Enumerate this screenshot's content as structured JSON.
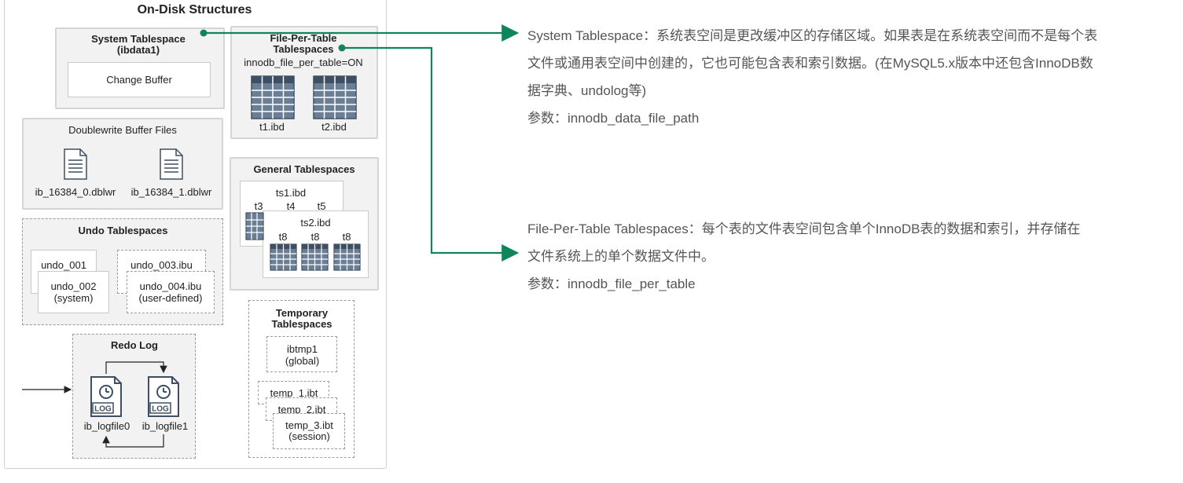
{
  "diagram": {
    "title": "On-Disk Structures",
    "system_tablespace": {
      "title": "System Tablespace",
      "file": "(ibdata1)",
      "change_buffer": "Change Buffer"
    },
    "file_per_table": {
      "title_line1": "File-Per-Table",
      "title_line2": "Tablespaces",
      "setting": "innodb_file_per_table=ON",
      "files": [
        "t1.ibd",
        "t2.ibd"
      ]
    },
    "doublewrite": {
      "title": "Doublewrite Buffer Files",
      "files": [
        "ib_16384_0.dblwr",
        "ib_16384_1.dblwr"
      ]
    },
    "general": {
      "title": "General Tablespaces",
      "ts1": "ts1.ibd",
      "ts1_tables": [
        "t3",
        "t4",
        "t5"
      ],
      "ts2": "ts2.ibd",
      "ts2_tables": [
        "t8",
        "t8",
        "t8"
      ]
    },
    "undo": {
      "title": "Undo Tablespaces",
      "undo_001": "undo_001",
      "undo_002": "undo_002",
      "undo_002_note": "(system)",
      "undo_003": "undo_003.ibu",
      "undo_004": "undo_004.ibu",
      "undo_004_note": "(user-defined)"
    },
    "temporary": {
      "title_line1": "Temporary",
      "title_line2": "Tablespaces",
      "ibtmp1": "ibtmp1",
      "ibtmp1_note": "(global)",
      "temp1": "temp_1.ibt",
      "temp2": "temp_2.ibt",
      "temp3": "temp_3.ibt",
      "temp3_note": "(session)"
    },
    "redo": {
      "title": "Redo Log",
      "files": [
        "ib_logfile0",
        "ib_logfile1"
      ],
      "icon_text": "LOG"
    }
  },
  "annotations": {
    "system": {
      "line1": "System Tablespace：系统表空间是更改缓冲区的存储区域。如果表是在系统表空间而不是每个表",
      "line2": "文件或通用表空间中创建的，它也可能包含表和索引数据。(在MySQL5.x版本中还包含InnoDB数",
      "line3": "据字典、undolog等)",
      "param": "参数：innodb_data_file_path"
    },
    "file_per_table": {
      "line1": "File-Per-Table Tablespaces：每个表的文件表空间包含单个InnoDB表的数据和索引，并存储在",
      "line2": "文件系统上的单个数据文件中。",
      "param": "参数：innodb_file_per_table"
    }
  },
  "colors": {
    "arrow": "#11855a",
    "table_fill": "#6a7e95",
    "table_dark": "#3f4f63"
  }
}
